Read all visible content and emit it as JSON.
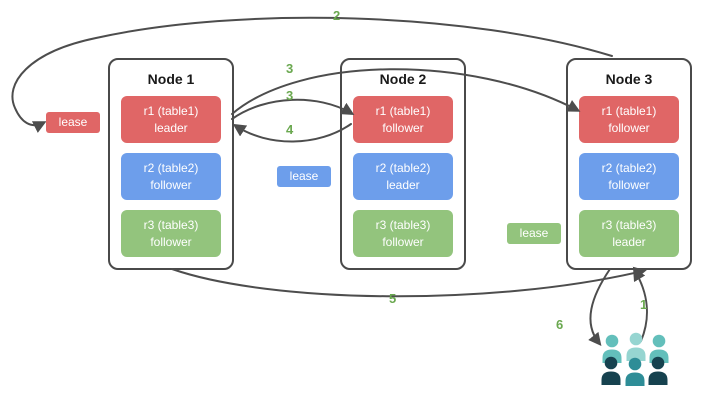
{
  "nodes": [
    {
      "title": "Node 1",
      "replicas": [
        {
          "line1": "r1 (table1)",
          "line2": "leader",
          "color": "red"
        },
        {
          "line1": "r2 (table2)",
          "line2": "follower",
          "color": "blue"
        },
        {
          "line1": "r3 (table3)",
          "line2": "follower",
          "color": "green"
        }
      ]
    },
    {
      "title": "Node 2",
      "replicas": [
        {
          "line1": "r1 (table1)",
          "line2": "follower",
          "color": "red"
        },
        {
          "line1": "r2 (table2)",
          "line2": "leader",
          "color": "blue"
        },
        {
          "line1": "r3 (table3)",
          "line2": "follower",
          "color": "green"
        }
      ]
    },
    {
      "title": "Node 3",
      "replicas": [
        {
          "line1": "r1 (table1)",
          "line2": "follower",
          "color": "red"
        },
        {
          "line1": "r2 (table2)",
          "line2": "follower",
          "color": "blue"
        },
        {
          "line1": "r3 (table3)",
          "line2": "leader",
          "color": "green"
        }
      ]
    }
  ],
  "leases": [
    {
      "label": "lease",
      "color": "red"
    },
    {
      "label": "lease",
      "color": "blue"
    },
    {
      "label": "lease",
      "color": "green"
    }
  ],
  "steps": {
    "s1": "1",
    "s2": "2",
    "s3a": "3",
    "s3b": "3",
    "s4": "4",
    "s5": "5",
    "s6": "6"
  },
  "icons": {
    "clients": "people-group-icon"
  },
  "colors": {
    "replica_red": "#e06666",
    "replica_blue": "#6d9eeb",
    "replica_green": "#93c47d",
    "node_border": "#4a4a4a",
    "arrow": "#4d4d4d",
    "step_number": "#6aa84f",
    "client_teal": "#63bfbb",
    "client_light_teal": "#96d5d1",
    "client_dark": "#16424f",
    "client_mid_teal": "#2e8d97"
  }
}
